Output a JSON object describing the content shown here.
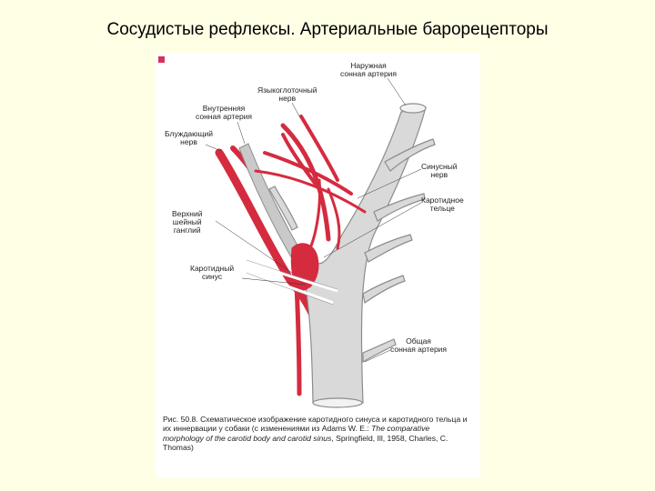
{
  "title": "Сосудистые рефлексы.  Артериальные барорецепторы",
  "labels": {
    "external_carotid": [
      "Наружная",
      "сонная артерия"
    ],
    "glossopharyngeal": [
      "Языкоглоточный",
      "нерв"
    ],
    "internal_carotid": [
      "Внутренняя",
      "сонная артерия"
    ],
    "vagus": [
      "Блуждающий",
      "нерв"
    ],
    "sinus_nerve": [
      "Синусный",
      "нерв"
    ],
    "carotid_body": [
      "Каротидное",
      "тельце"
    ],
    "superior_ganglion": [
      "Верхний",
      "шейный",
      "ганглий"
    ],
    "carotid_sinus": [
      "Каротидный",
      "синус"
    ],
    "common_carotid": [
      "Общая",
      "сонная артерия"
    ]
  },
  "caption": {
    "part1": "Рис. 50.8. Схематическое изображение каротидного синуса и каротидного тельца и их иннервации у собаки (с изменениями из Adams W. E.: ",
    "italic": "The comparative morphology of the carotid body and carotid sinus",
    "part2": ", Springfield, Ill, 1958, Charles, C. Thomas)"
  },
  "colors": {
    "nerve": "#d52b3f",
    "artery_fill": "#d9d9d9",
    "artery_stroke": "#8c8c8c",
    "marker": "#d6325a"
  }
}
